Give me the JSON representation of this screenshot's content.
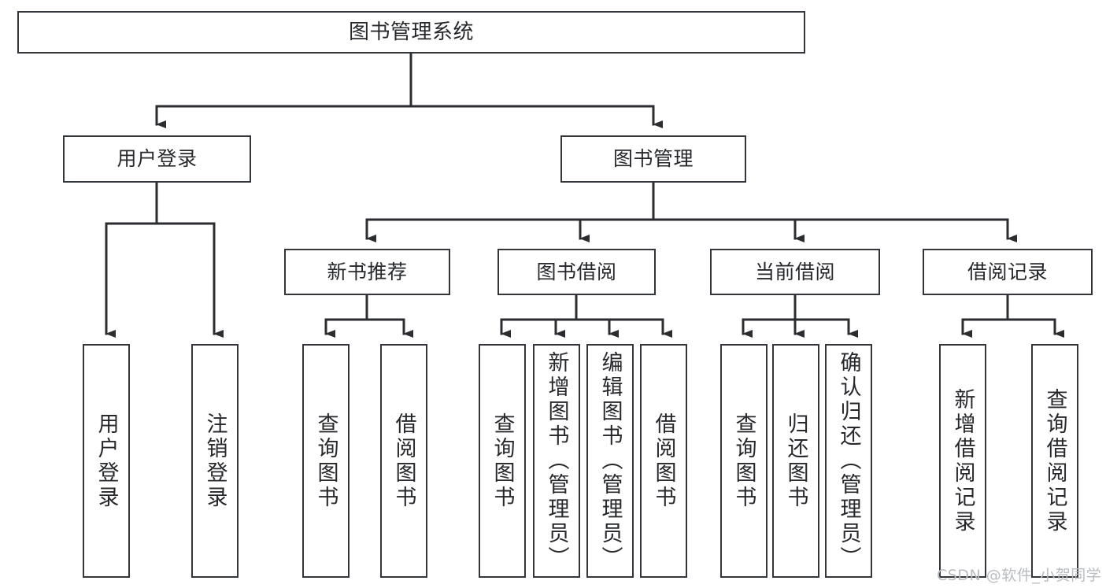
{
  "diagram": {
    "type": "tree-hierarchy",
    "title": "图书管理系统",
    "watermark": "CSDN @软件_小贺同学",
    "colors": {
      "box_border": "#33363b",
      "box_fill": "#ffffff",
      "edge": "#2b2d31",
      "text": "#26282c",
      "watermark": "#b9bcc0",
      "background": "#ffffff"
    },
    "nodes": {
      "root": {
        "label": "图书管理系统",
        "level": 0,
        "orientation": "horizontal"
      },
      "l1": [
        {
          "id": "user-login",
          "label": "用户登录",
          "level": 1,
          "orientation": "horizontal"
        },
        {
          "id": "book-manage",
          "label": "图书管理",
          "level": 1,
          "orientation": "horizontal"
        }
      ],
      "l2": [
        {
          "id": "new-book-recommend",
          "label": "新书推荐",
          "level": 2,
          "orientation": "horizontal",
          "parent": "book-manage"
        },
        {
          "id": "book-borrow",
          "label": "图书借阅",
          "level": 2,
          "orientation": "horizontal",
          "parent": "book-manage"
        },
        {
          "id": "current-borrow",
          "label": "当前借阅",
          "level": 2,
          "orientation": "horizontal",
          "parent": "book-manage"
        },
        {
          "id": "borrow-record",
          "label": "借阅记录",
          "level": 2,
          "orientation": "horizontal",
          "parent": "book-manage"
        }
      ],
      "leaves": [
        {
          "id": "leaf-user-login",
          "label": "用户登录",
          "parent": "user-login",
          "orientation": "vertical"
        },
        {
          "id": "leaf-user-logout",
          "label": "注销登录",
          "parent": "user-login",
          "orientation": "vertical"
        },
        {
          "id": "leaf-query-book-1",
          "label": "查询图书",
          "parent": "new-book-recommend",
          "orientation": "vertical"
        },
        {
          "id": "leaf-borrow-book-1",
          "label": "借阅图书",
          "parent": "new-book-recommend",
          "orientation": "vertical"
        },
        {
          "id": "leaf-query-book-2",
          "label": "查询图书",
          "parent": "book-borrow",
          "orientation": "vertical"
        },
        {
          "id": "leaf-add-book",
          "label": "新增图书（管理员）",
          "parent": "book-borrow",
          "orientation": "vertical"
        },
        {
          "id": "leaf-edit-book",
          "label": "编辑图书（管理员）",
          "parent": "book-borrow",
          "orientation": "vertical"
        },
        {
          "id": "leaf-borrow-book-2",
          "label": "借阅图书",
          "parent": "book-borrow",
          "orientation": "vertical"
        },
        {
          "id": "leaf-query-book-3",
          "label": "查询图书",
          "parent": "current-borrow",
          "orientation": "vertical"
        },
        {
          "id": "leaf-return-book",
          "label": "归还图书",
          "parent": "current-borrow",
          "orientation": "vertical"
        },
        {
          "id": "leaf-confirm-return",
          "label": "确认归还（管理员）",
          "parent": "current-borrow",
          "orientation": "vertical"
        },
        {
          "id": "leaf-add-record",
          "label": "新增借阅记录",
          "parent": "borrow-record",
          "orientation": "vertical"
        },
        {
          "id": "leaf-query-record",
          "label": "查询借阅记录",
          "parent": "borrow-record",
          "orientation": "vertical"
        }
      ]
    }
  }
}
